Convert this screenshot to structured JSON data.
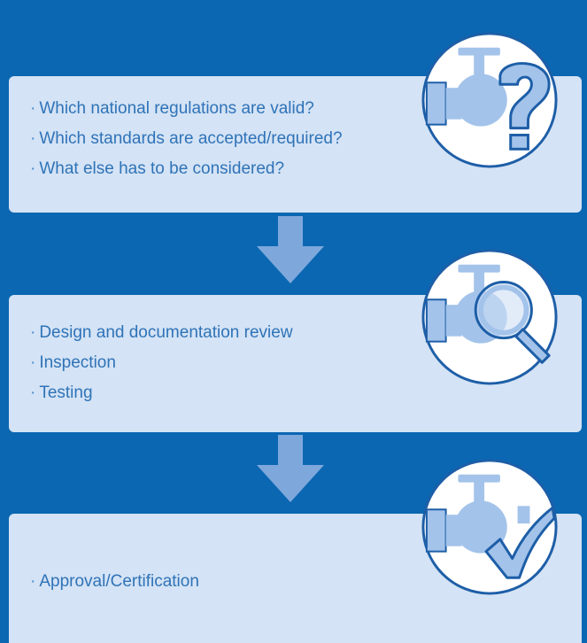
{
  "steps": [
    {
      "items": [
        "Which national regulations are valid?",
        "Which standards are accepted/required?",
        "What else has to be considered?"
      ],
      "icon": "valve-question-icon"
    },
    {
      "items": [
        "Design and documentation review",
        "Inspection",
        "Testing"
      ],
      "icon": "valve-magnifier-icon"
    },
    {
      "items": [
        "Approval/Certification"
      ],
      "icon": "valve-checkmark-icon"
    }
  ],
  "bullet": "·",
  "colors": {
    "background": "#0b67b2",
    "panel": "#d4e3f5",
    "text": "#2f73b8",
    "arrow": "#7ea8dc",
    "icon_fill": "#a3c3ea",
    "icon_stroke": "#1d5ea7"
  }
}
